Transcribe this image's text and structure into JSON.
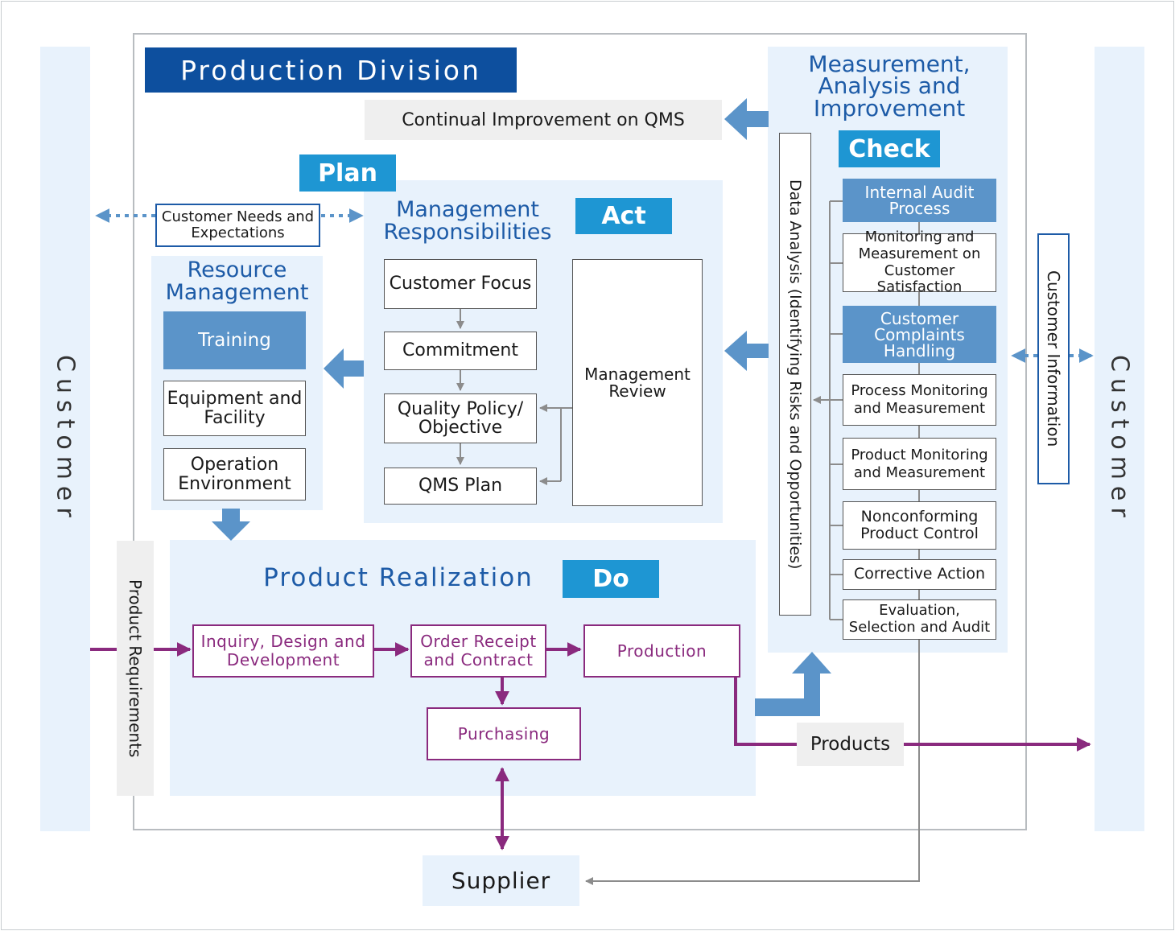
{
  "outer_left_label": "Customer",
  "outer_right_label": "Customer",
  "division_title": "Production Division",
  "continual_improvement": "Continual Improvement on QMS",
  "customer_needs": "Customer Needs and Expectations",
  "customer_information": "Customer Information",
  "product_requirements": "Product Requirements",
  "plan": {
    "tag": "Plan",
    "resource_management": {
      "title": "Resource Management",
      "items": [
        "Training",
        "Equipment and Facility",
        "Operation Environment"
      ]
    },
    "management": {
      "title": "Management Responsibilities",
      "items": [
        "Customer Focus",
        "Commitment",
        "Quality Policy/ Objective",
        "QMS Plan"
      ]
    }
  },
  "act": {
    "tag": "Act",
    "review": "Management Review"
  },
  "check": {
    "title": "Measurement, Analysis and Improvement",
    "tag": "Check",
    "data_analysis": "Data Analysis (Identifying Risks and Opportunities)",
    "items": [
      "Internal Audit Process",
      "Monitoring and Measurement on Customer Satisfaction",
      "Customer Complaints Handling",
      "Process Monitoring and Measurement",
      "Product Monitoring and Measurement",
      "Nonconforming Product Control",
      "Corrective Action",
      "Evaluation, Selection and Audit"
    ]
  },
  "do": {
    "title": "Product Realization",
    "tag": "Do",
    "items": [
      "Inquiry, Design and Development",
      "Order Receipt and Contract",
      "Production",
      "Purchasing"
    ]
  },
  "products": "Products",
  "supplier": "Supplier",
  "colors": {
    "dark_blue": "#0d4f9e",
    "tag_blue": "#1e96d3",
    "mid_blue": "#5b94c9",
    "light_blue": "#e8f2fc",
    "purple": "#8a2a7e",
    "arrow_blue": "#5b94c9"
  }
}
